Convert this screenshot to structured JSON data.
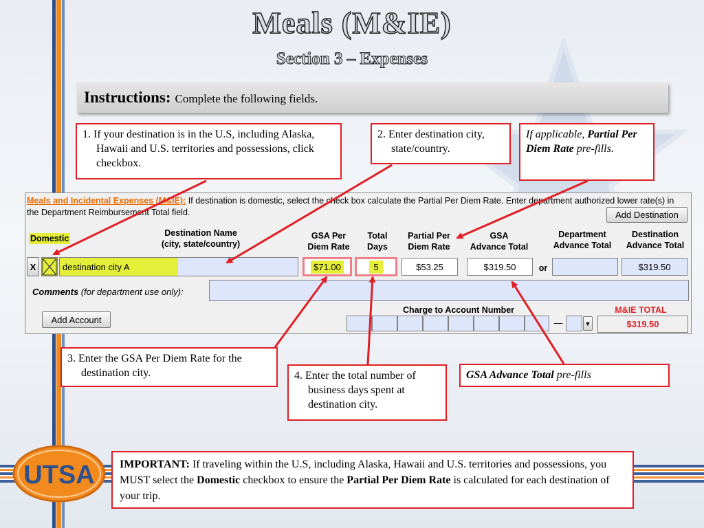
{
  "slide": {
    "title": "Meals (M&IE)",
    "subtitle": "Section 3 – Expenses",
    "instructions_label": "Instructions:",
    "instructions_text": "Complete the following fields."
  },
  "callouts": {
    "c1": "1. If your destination is in the U.S, including Alaska, Hawaii and U.S. territories and possessions, click checkbox.",
    "c2": "2. Enter destination city, state/country.",
    "c_partial_prefix": "If applicable,",
    "c_partial_bold": "Partial Per Diem Rate",
    "c_partial_suffix": "pre-fills.",
    "c3": "3. Enter the GSA Per Diem Rate for the destination city.",
    "c4": "4. Enter the total number of business days spent at destination city.",
    "c_gsa_bold": "GSA Advance Total",
    "c_gsa_suffix": "pre-fills"
  },
  "form": {
    "section_link": "Meals and Incidental Expenses (M&IE):",
    "section_text": "If destination is domestic, select the check box calculate the Partial Per Diem Rate. Enter department authorized lower rate(s) in the Department Reimbursement Total field.",
    "add_destination": "Add Destination",
    "columns": {
      "domestic": "Domestic",
      "destination_name_1": "Destination Name",
      "destination_name_2": "(city, state/country)",
      "gsa_rate_1": "GSA Per",
      "gsa_rate_2": "Diem Rate",
      "total_days_1": "Total",
      "total_days_2": "Days",
      "partial_1": "Partial Per",
      "partial_2": "Diem Rate",
      "gsa_adv_1": "GSA",
      "gsa_adv_2": "Advance Total",
      "dept_adv_1": "Department",
      "dept_adv_2": "Advance Total",
      "dest_adv_1": "Destination",
      "dest_adv_2": "Advance Total"
    },
    "row": {
      "delete": "X",
      "destination": "destination city A",
      "gsa_rate": "$71.00",
      "total_days": "5",
      "partial_rate": "$53.25",
      "gsa_advance": "$319.50",
      "or": "or",
      "dest_advance": "$319.50"
    },
    "comments_bold": "Comments",
    "comments_rest": "(for department use only):",
    "add_account": "Add Account",
    "charge_label": "Charge to Account Number",
    "dash": "—",
    "mie_total_label": "M&IE TOTAL",
    "mie_total_value": "$319.50"
  },
  "important": {
    "label": "IMPORTANT:",
    "text1": "If traveling within the U.S, including Alaska, Hawaii and U.S. territories and possessions, you MUST select the",
    "bold1": "Domestic",
    "text2": "checkbox to ensure the",
    "bold2": "Partial Per Diem Rate",
    "text3": "is calculated for each destination of your trip."
  },
  "logo": {
    "text": "UTSA"
  },
  "colors": {
    "red": "#e01e24",
    "orange": "#f28a1e",
    "blue": "#2c4f8e",
    "field": "#dde6fb",
    "highlight": "#e5ef3a"
  }
}
